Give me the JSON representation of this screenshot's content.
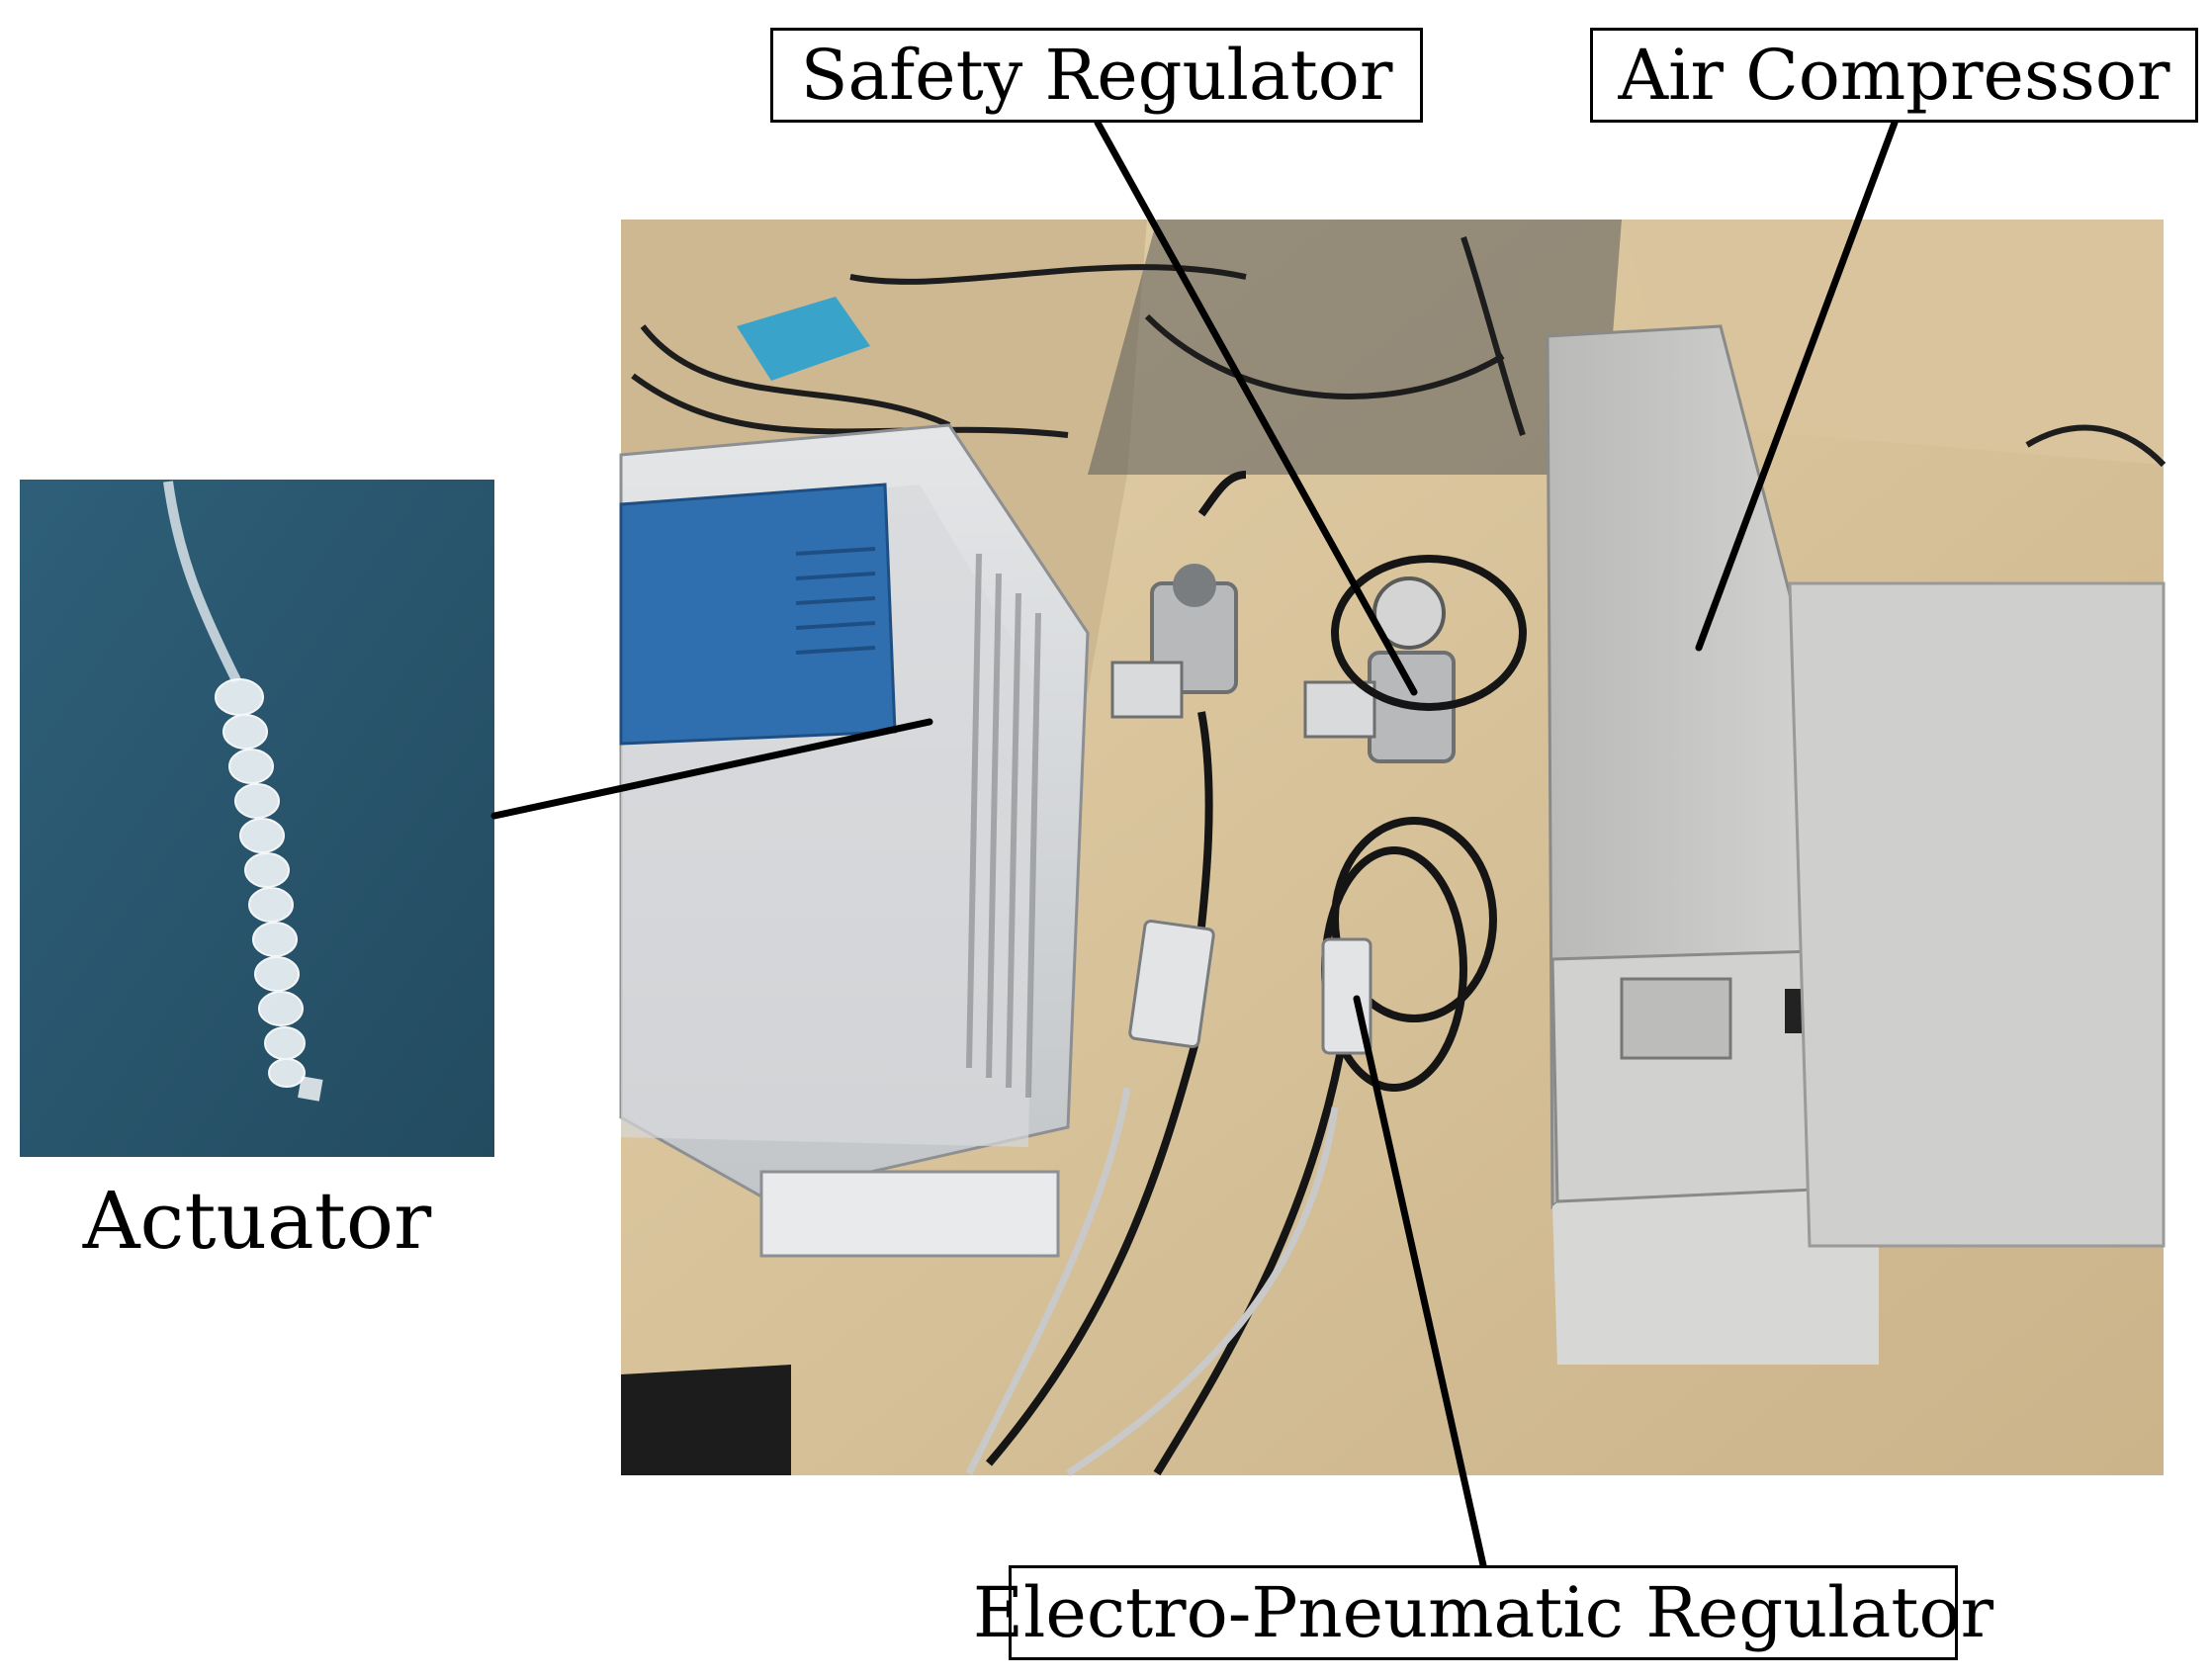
{
  "labels": {
    "actuator": "Actuator",
    "safety_regulator": "Safety Regulator",
    "air_compressor": "Air Compressor",
    "electro_pneumatic_regulator": "Electro-Pneumatic Regulator"
  },
  "colors": {
    "background": "#ffffff",
    "desk": "#d8c29a",
    "blue_plate": "#2f6fb0",
    "inset_background": "#2c5a73",
    "compressor": "#c9c9c7",
    "leader_line": "#000000"
  }
}
